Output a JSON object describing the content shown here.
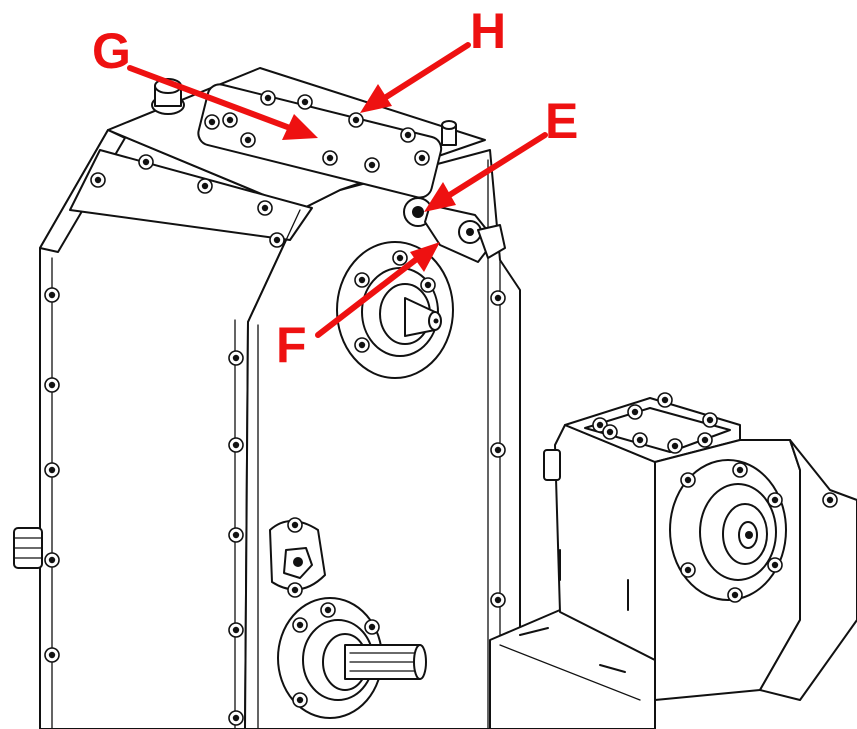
{
  "colors": {
    "callout": "#ee1111",
    "line": "#111111",
    "background": "#ffffff"
  },
  "callouts": {
    "g": "G",
    "h": "H",
    "e": "E",
    "f": "F"
  }
}
